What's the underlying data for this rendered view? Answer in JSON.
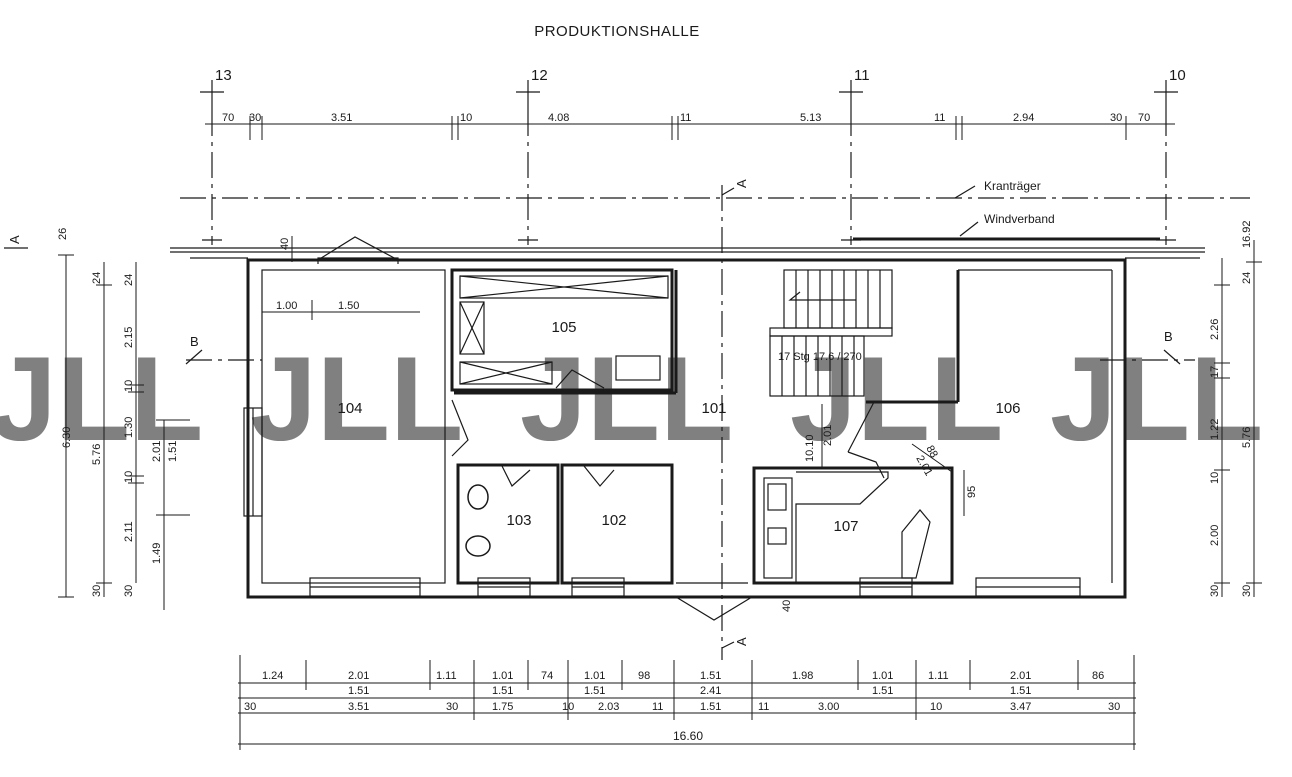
{
  "title": "PRODUKTIONSHALLE",
  "grid_axes": [
    "13",
    "12",
    "11",
    "10"
  ],
  "annotations": {
    "crane": "Kranträger",
    "wind": "Windverband",
    "stairs": "17 Stg 17.6 / 270"
  },
  "section_markers": {
    "a": "A",
    "b": "B"
  },
  "rooms": [
    "105",
    "104",
    "101",
    "106",
    "103",
    "102",
    "107"
  ],
  "watermark": "JLL",
  "dims": {
    "top": [
      "70",
      "30",
      "3.51",
      "10",
      "4.08",
      "11",
      "5.13",
      "11",
      "2.94",
      "30",
      "70"
    ],
    "room104": [
      "1.00",
      "1.50"
    ],
    "left_outer": "6.30",
    "left_mid": [
      "26",
      "24",
      "5.76",
      "30"
    ],
    "left_inner": [
      "24",
      "2.15",
      "10",
      "1.30",
      "10",
      "2.11",
      "30"
    ],
    "left_inner2": [
      "2.01",
      "1.51",
      "1.49"
    ],
    "right_outer": [
      "16.92",
      "5.76"
    ],
    "right_inner": [
      "24",
      "2.26",
      "17",
      "1.22",
      "10",
      "2.00",
      "30"
    ],
    "vertical_mid": [
      "10.10",
      "2.01"
    ],
    "diagonal": [
      "88",
      "2.01"
    ],
    "room107": "95",
    "door": "40",
    "row1": [
      "1.24",
      "2.01",
      "1.11",
      "1.01",
      "74",
      "1.01",
      "98",
      "1.51",
      "1.98",
      "1.01",
      "1.11",
      "2.01",
      "86"
    ],
    "row2": [
      "1.51",
      "1.51",
      "1.51",
      "2.41",
      "1.51",
      "1.51"
    ],
    "row3": [
      "30",
      "3.51",
      "30",
      "1.75",
      "10",
      "2.03",
      "11",
      "1.51",
      "11",
      "3.00",
      "10",
      "3.47",
      "30"
    ],
    "total": "16.60"
  }
}
